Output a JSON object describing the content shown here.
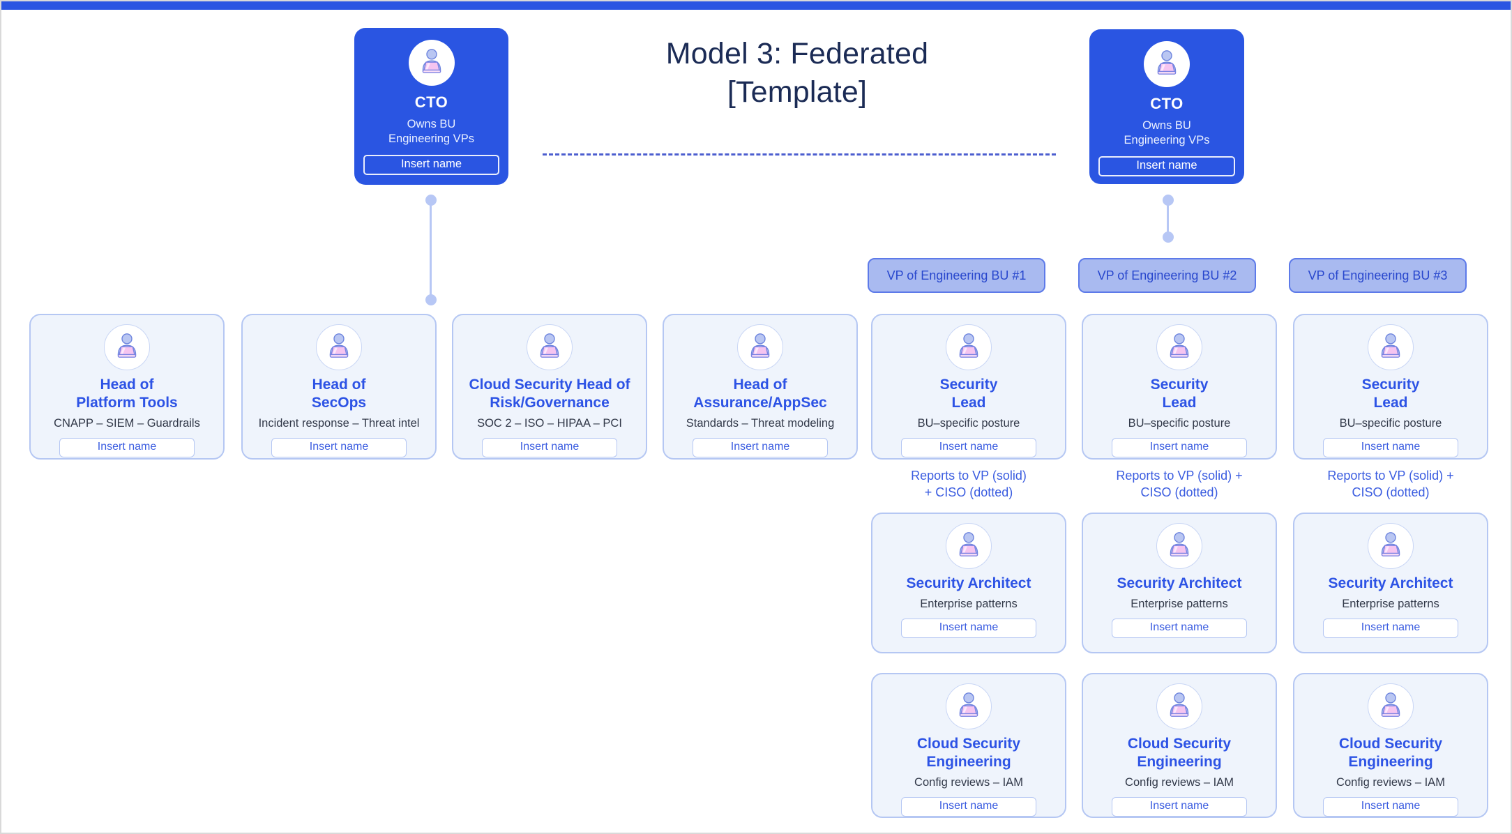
{
  "title": {
    "line1": "Model 3: Federated",
    "line2": "[Template]"
  },
  "colors": {
    "accent_blue": "#2a55e2",
    "card_background": "#eff4fc",
    "card_border": "#b5c7f3",
    "role_title_blue": "#2d53e5",
    "body_text": "#313848",
    "link_blue": "#3a5ce0",
    "pill_background": "#a9baf0",
    "pill_border": "#5d7ae9",
    "pill_text": "#2847cd",
    "title_navy": "#1b2b55",
    "connector": "#b7c7f5",
    "dashed_line": "#4c5ecf"
  },
  "cto_left": {
    "title": "CTO",
    "subtitle_line1": "Owns BU",
    "subtitle_line2": "Engineering VPs",
    "button_label": "Insert name"
  },
  "cto_right": {
    "title": "CTO",
    "subtitle_line1": "Owns BU",
    "subtitle_line2": "Engineering VPs",
    "button_label": "Insert name"
  },
  "vp_pills": [
    {
      "label": "VP of Engineering BU #1"
    },
    {
      "label": "VP of Engineering BU #2"
    },
    {
      "label": "VP of Engineering BU #3"
    }
  ],
  "dept_cards": [
    {
      "title_line1": "Head of",
      "title_line2": "Platform Tools",
      "subtitle": "CNAPP – SIEM – Guardrails",
      "button_label": "Insert name"
    },
    {
      "title_line1": "Head of",
      "title_line2": "SecOps",
      "subtitle": "Incident response – Threat intel",
      "button_label": "Insert name"
    },
    {
      "title_line1": "Cloud Security Head of",
      "title_line2": "Risk/Governance",
      "subtitle": "SOC 2 – ISO – HIPAA – PCI",
      "button_label": "Insert name"
    },
    {
      "title_line1": "Head of",
      "title_line2": "Assurance/AppSec",
      "subtitle": "Standards – Threat modeling",
      "button_label": "Insert name"
    }
  ],
  "bu_columns": [
    {
      "lead": {
        "title_line1": "Security",
        "title_line2": "Lead",
        "subtitle": "BU–specific posture",
        "button_label": "Insert name"
      },
      "reports_line1": "Reports to VP (solid)",
      "reports_line2": "+ CISO (dotted)",
      "architect": {
        "title": "Security Architect",
        "subtitle": "Enterprise patterns",
        "button_label": "Insert name"
      },
      "engineering": {
        "title_line1": "Cloud Security",
        "title_line2": "Engineering",
        "subtitle": "Config reviews – IAM",
        "button_label": "Insert name"
      }
    },
    {
      "lead": {
        "title_line1": "Security",
        "title_line2": "Lead",
        "subtitle": "BU–specific posture",
        "button_label": "Insert name"
      },
      "reports_line1": "Reports to VP (solid) +",
      "reports_line2": "CISO (dotted)",
      "architect": {
        "title": "Security Architect",
        "subtitle": "Enterprise patterns",
        "button_label": "Insert name"
      },
      "engineering": {
        "title_line1": "Cloud Security",
        "title_line2": "Engineering",
        "subtitle": "Config reviews – IAM",
        "button_label": "Insert name"
      }
    },
    {
      "lead": {
        "title_line1": "Security",
        "title_line2": "Lead",
        "subtitle": "BU–specific posture",
        "button_label": "Insert name"
      },
      "reports_line1": "Reports to VP (solid) +",
      "reports_line2": "CISO (dotted)",
      "architect": {
        "title": "Security Architect",
        "subtitle": "Enterprise patterns",
        "button_label": "Insert name"
      },
      "engineering": {
        "title_line1": "Cloud Security",
        "title_line2": "Engineering",
        "subtitle": "Config reviews – IAM",
        "button_label": "Insert name"
      }
    }
  ]
}
